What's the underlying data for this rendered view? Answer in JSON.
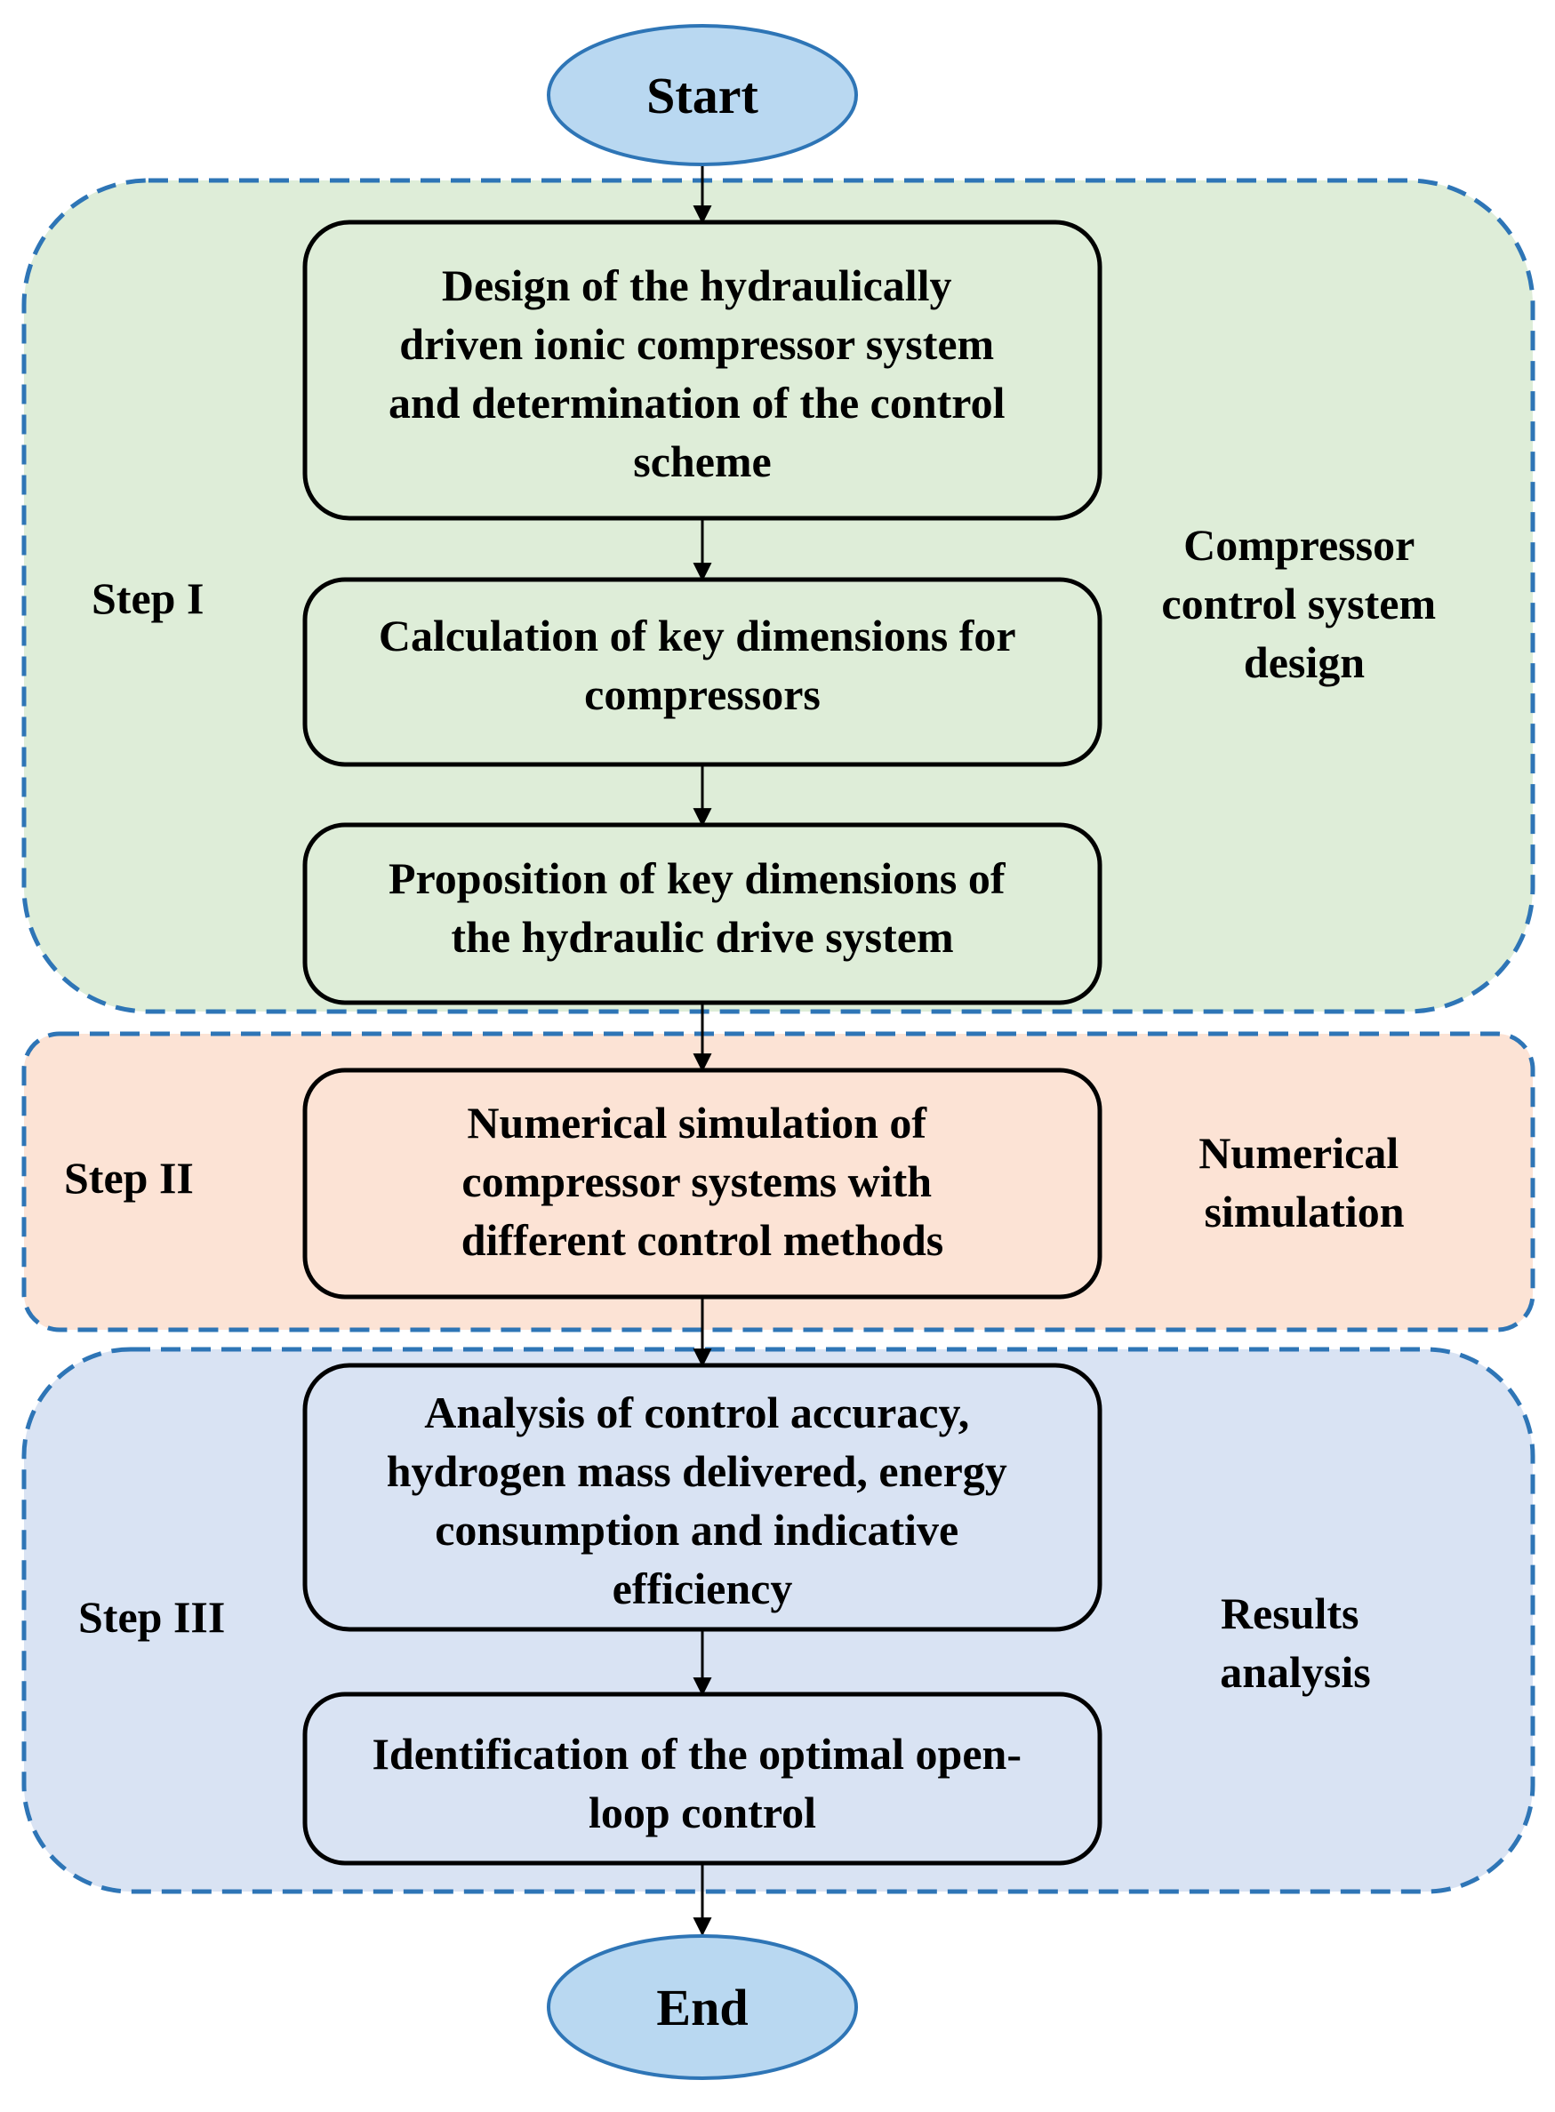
{
  "colors": {
    "terminal_fill": "#b9d8f1",
    "terminal_stroke": "#2e75b6",
    "stage1_fill": "#deedd8",
    "stage2_fill": "#fce3d5",
    "stage3_fill": "#d9e3f3",
    "stage_border": "#2e75b6",
    "arrow": "#000000",
    "box_stroke": "#000000"
  },
  "start": {
    "label": "Start"
  },
  "end": {
    "label": "End"
  },
  "stages": [
    {
      "step_label": "Step I",
      "side_label": [
        "Compressor",
        "control system",
        "design"
      ],
      "boxes": [
        {
          "lines": [
            "Design of the hydraulically",
            "driven ionic compressor system",
            "and determination of the control",
            "scheme"
          ]
        },
        {
          "lines": [
            "Calculation of key dimensions for",
            "compressors"
          ]
        },
        {
          "lines": [
            "Proposition of key dimensions of",
            "the hydraulic drive system"
          ]
        }
      ]
    },
    {
      "step_label": "Step II",
      "side_label": [
        "Numerical",
        "simulation"
      ],
      "boxes": [
        {
          "lines": [
            "Numerical simulation of",
            "compressor systems with",
            "different control methods"
          ]
        }
      ]
    },
    {
      "step_label": "Step III",
      "side_label": [
        "Results",
        "analysis"
      ],
      "boxes": [
        {
          "lines": [
            "Analysis of control accuracy,",
            "hydrogen mass delivered, energy",
            "consumption and indicative",
            "efficiency"
          ]
        },
        {
          "lines": [
            "Identification of the optimal open-",
            "loop control"
          ]
        }
      ]
    }
  ]
}
